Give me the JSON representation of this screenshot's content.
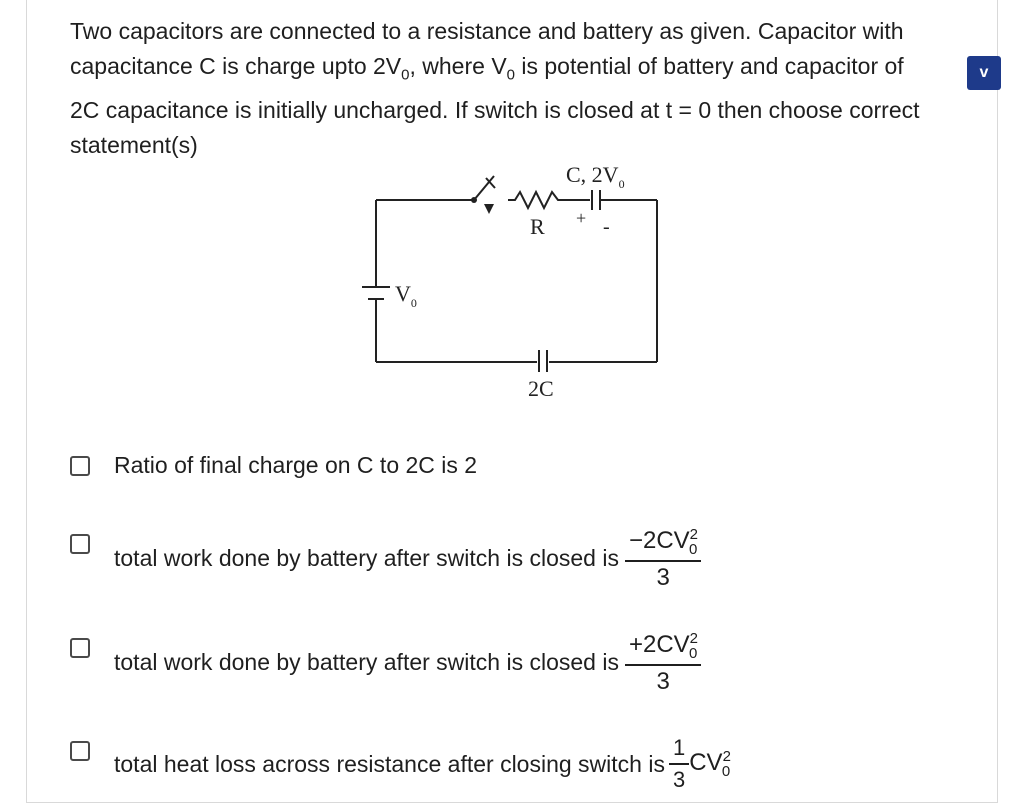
{
  "question": {
    "line1": "Two capacitors are connected to a resistance and battery as given. Capacitor with",
    "line2_prefix": "capacitance C is charge upto 2V",
    "line2_mid": ", where V",
    "line2_suffix": " is potential of battery and capacitor of",
    "sub0": "0",
    "line3": "2C capacitance is initially uncharged. If switch is closed at t = 0 then choose correct",
    "line4": "statement(s)"
  },
  "expand_button": {
    "label": "v"
  },
  "circuit": {
    "cap_top_label": "C, 2V",
    "cap_top_label_sub": "0",
    "resistor_label": "R",
    "plus": "+",
    "minus": "-",
    "battery_label": "V",
    "battery_label_sub": "0",
    "cap_bottom_label": "2C"
  },
  "options": [
    {
      "text": "Ratio of final charge on C to 2C is 2"
    },
    {
      "text": "total work done by battery after switch is closed is",
      "num": "−2CV",
      "num_sub": "0",
      "num_sup": "2",
      "den": "3"
    },
    {
      "text": "total work done by battery after switch is closed is",
      "num": "+2CV",
      "num_sub": "0",
      "num_sup": "2",
      "den": "3"
    },
    {
      "text": "total heat loss across resistance after closing switch is",
      "num": "1",
      "den": "3",
      "tail": "CV",
      "tail_sub": "0",
      "tail_sup": "2"
    }
  ]
}
